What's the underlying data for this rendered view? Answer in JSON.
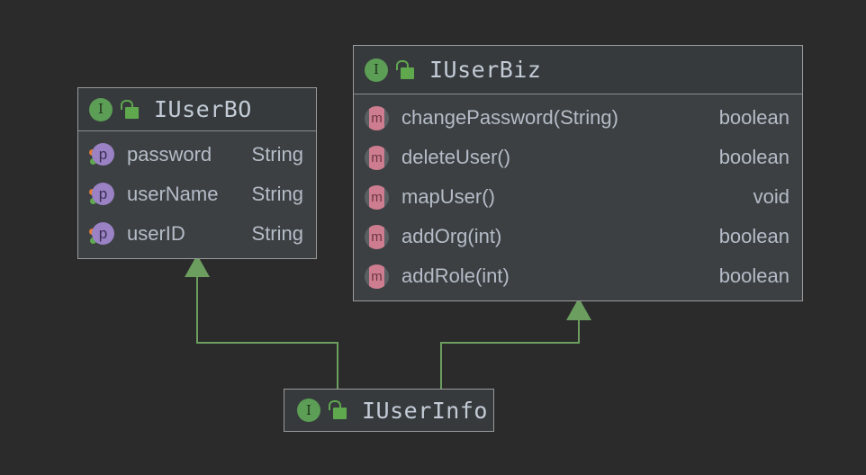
{
  "diagram": {
    "type": "uml-class-diagram",
    "background_color": "#2b2b2b",
    "edge_color": "#6b9e5f",
    "box_fill": "#3c4043",
    "box_header_fill": "#363a3c",
    "box_border": "#9a9a9a",
    "text_color": "#b5bcc7",
    "title_color": "#c3cbd6",
    "interface_icon_color": "#5c9e55",
    "property_icon_color": "#9a82c4",
    "method_icon_color": "#cd7d8f",
    "lock_icon_color": "#5fa84e"
  },
  "classes": [
    {
      "id": "iuserbo",
      "title": "IUserBO",
      "stereotype": "interface",
      "icons": {
        "kind": "interface-icon",
        "kind_glyph": "I",
        "visibility": "unlock-icon"
      },
      "members": [
        {
          "kind": "property",
          "glyph": "p",
          "name": "password",
          "type": "String"
        },
        {
          "kind": "property",
          "glyph": "p",
          "name": "userName",
          "type": "String"
        },
        {
          "kind": "property",
          "glyph": "p",
          "name": "userID",
          "type": "String"
        }
      ]
    },
    {
      "id": "iuserbiz",
      "title": "IUserBiz",
      "stereotype": "interface",
      "icons": {
        "kind": "interface-icon",
        "kind_glyph": "I",
        "visibility": "unlock-icon"
      },
      "members": [
        {
          "kind": "method",
          "glyph": "m",
          "name": "changePassword(String)",
          "type": "boolean"
        },
        {
          "kind": "method",
          "glyph": "m",
          "name": "deleteUser()",
          "type": "boolean"
        },
        {
          "kind": "method",
          "glyph": "m",
          "name": "mapUser()",
          "type": "void"
        },
        {
          "kind": "method",
          "glyph": "m",
          "name": "addOrg(int)",
          "type": "boolean"
        },
        {
          "kind": "method",
          "glyph": "m",
          "name": "addRole(int)",
          "type": "boolean"
        }
      ]
    },
    {
      "id": "iuserinfo",
      "title": "IUserInfo",
      "stereotype": "interface",
      "icons": {
        "kind": "interface-icon",
        "kind_glyph": "I",
        "visibility": "unlock-icon"
      },
      "members": []
    }
  ],
  "relations": [
    {
      "id": "rel-info-bo",
      "from": "IUserInfo",
      "to": "IUserBO",
      "kind": "generalization"
    },
    {
      "id": "rel-info-biz",
      "from": "IUserInfo",
      "to": "IUserBiz",
      "kind": "generalization"
    }
  ]
}
